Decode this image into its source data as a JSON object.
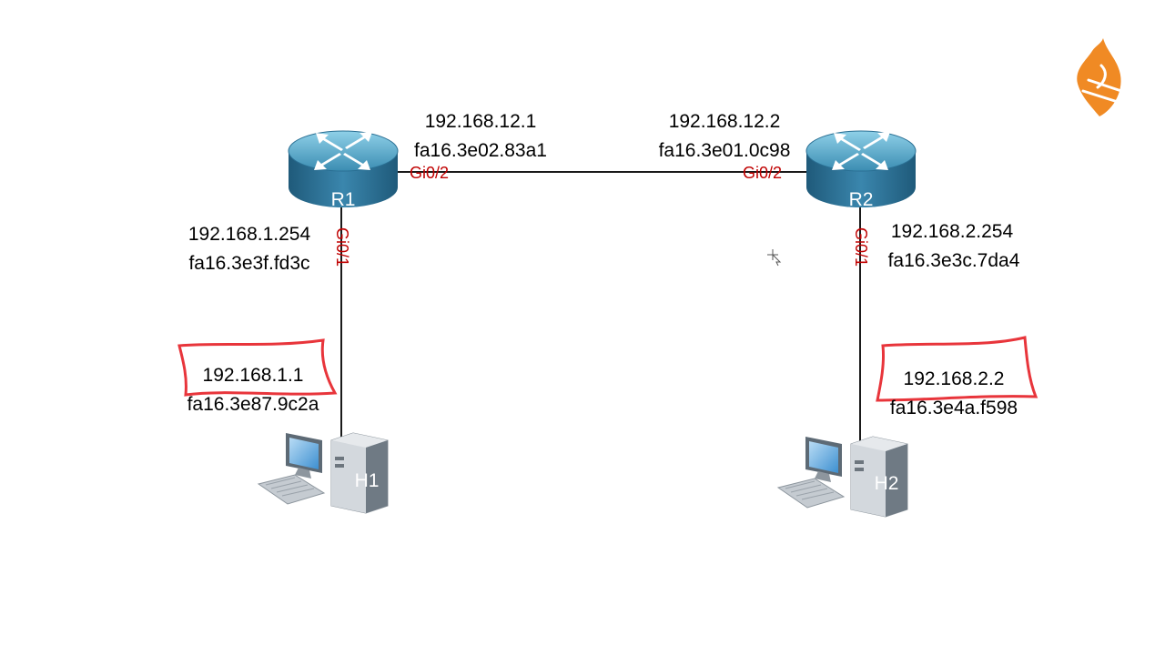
{
  "colors": {
    "port_text": "#c00000",
    "highlight": "#e8353b",
    "router_top": "#5aa8c8",
    "router_body": "#2a6f93",
    "logo": "#f08a24"
  },
  "routers": [
    {
      "name": "R1"
    },
    {
      "name": "R2"
    }
  ],
  "hosts": [
    {
      "name": "H1"
    },
    {
      "name": "H2"
    }
  ],
  "links": {
    "r1_r2": {
      "r1_ip": "192.168.12.1",
      "r1_mac": "fa16.3e02.83a1",
      "r1_port": "Gi0/2",
      "r2_ip": "192.168.12.2",
      "r2_mac": "fa16.3e01.0c98",
      "r2_port": "Gi0/2"
    },
    "r1_h1": {
      "r1_ip": "192.168.1.254",
      "r1_mac": "fa16.3e3f.fd3c",
      "r1_port": "Gi0/1",
      "h1_ip": "192.168.1.1",
      "h1_mac": "fa16.3e87.9c2a"
    },
    "r2_h2": {
      "r2_ip": "192.168.2.254",
      "r2_mac": "fa16.3e3c.7da4",
      "r2_port": "Gi0/1",
      "h2_ip": "192.168.2.2",
      "h2_mac": "fa16.3e4a.f598"
    }
  }
}
